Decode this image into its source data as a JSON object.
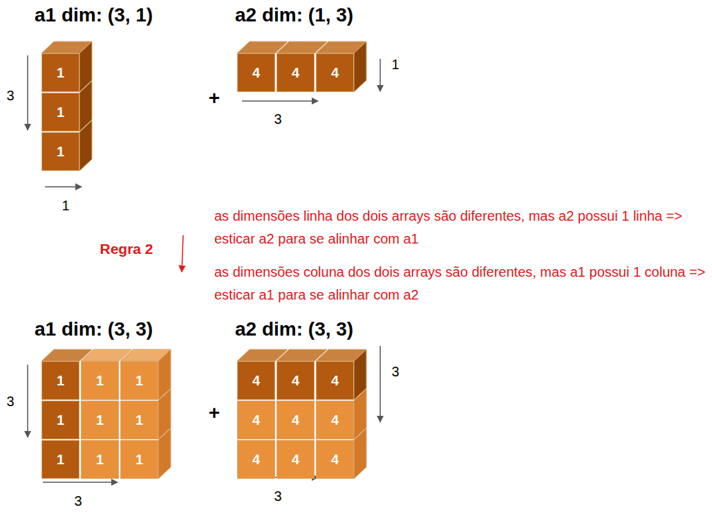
{
  "diagram": {
    "nodes": [
      {
        "text": [
          "1"
        ]
      },
      {
        "text": [
          "1"
        ]
      },
      {
        "text": [
          "1"
        ]
      },
      {
        "text": [
          "4"
        ]
      },
      {
        "text": [
          "4"
        ]
      },
      {
        "text": [
          "4"
        ]
      },
      {
        "text": [
          "1"
        ]
      },
      {
        "text": [
          "1"
        ]
      },
      {
        "text": [
          "1"
        ]
      },
      {
        "text": [
          "1"
        ]
      },
      {
        "text": [
          "1"
        ]
      },
      {
        "text": [
          "1"
        ]
      },
      {
        "text": [
          "1"
        ]
      },
      {
        "text": [
          "1"
        ]
      },
      {
        "text": [
          "1"
        ]
      },
      {
        "text": [
          "4"
        ]
      },
      {
        "text": [
          "4"
        ]
      },
      {
        "text": [
          "4"
        ]
      },
      {
        "text": [
          "4"
        ]
      },
      {
        "text": [
          "4"
        ]
      },
      {
        "text": [
          "4"
        ]
      },
      {
        "text": [
          "4"
        ]
      },
      {
        "text": [
          "4"
        ]
      },
      {
        "text": [
          "4"
        ]
      }
    ],
    "labels": [
      "a1 dim: (3, 1)",
      "a2 dim: (1, 3)",
      "3",
      "1",
      "+",
      "1",
      "3",
      "Regra 2",
      "as dimensões linha dos dois arrays são diferentes, mas a2 possui 1 linha => esticar a2 para se alinhar com a1",
      "as dimensões coluna dos dois arrays são diferentes, mas a1 possui 1 coluna => esticar a1 para se alinhar com a2",
      "a1 dim: (3, 3)",
      "a2 dim: (3, 3)",
      "3",
      "+",
      "3",
      "3",
      "3"
    ]
  }
}
